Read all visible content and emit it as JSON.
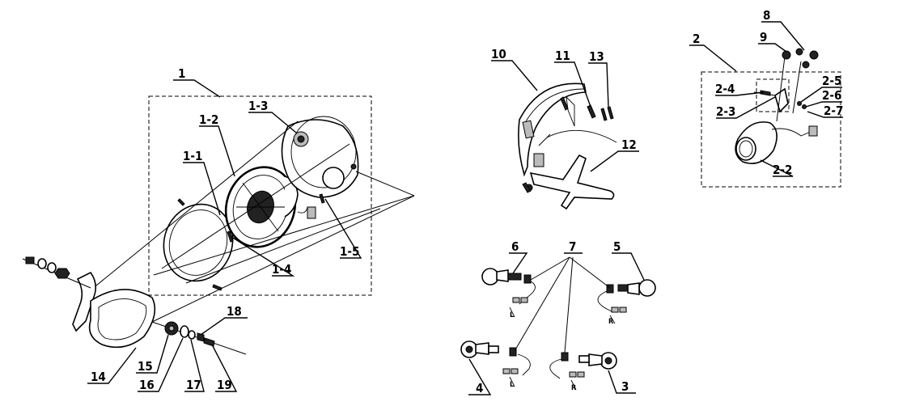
{
  "labels": {
    "l1": "1",
    "l1_1": "1-1",
    "l1_2": "1-2",
    "l1_3": "1-3",
    "l1_4": "1-4",
    "l1_5": "1-5",
    "l2": "2",
    "l2_2": "2-2",
    "l2_3": "2-3",
    "l2_4": "2-4",
    "l2_5": "2-5",
    "l2_6": "2-6",
    "l2_7": "2-7",
    "l3": "3",
    "l4": "4",
    "l5": "5",
    "l6": "6",
    "l7": "7",
    "l8": "8",
    "l9": "9",
    "l10": "10",
    "l11": "11",
    "l12": "12",
    "l13": "13",
    "l14": "14",
    "l15": "15",
    "l16": "16",
    "l17": "17",
    "l18": "18",
    "l19": "19"
  },
  "side_marks": {
    "L": "L",
    "R": "R"
  }
}
